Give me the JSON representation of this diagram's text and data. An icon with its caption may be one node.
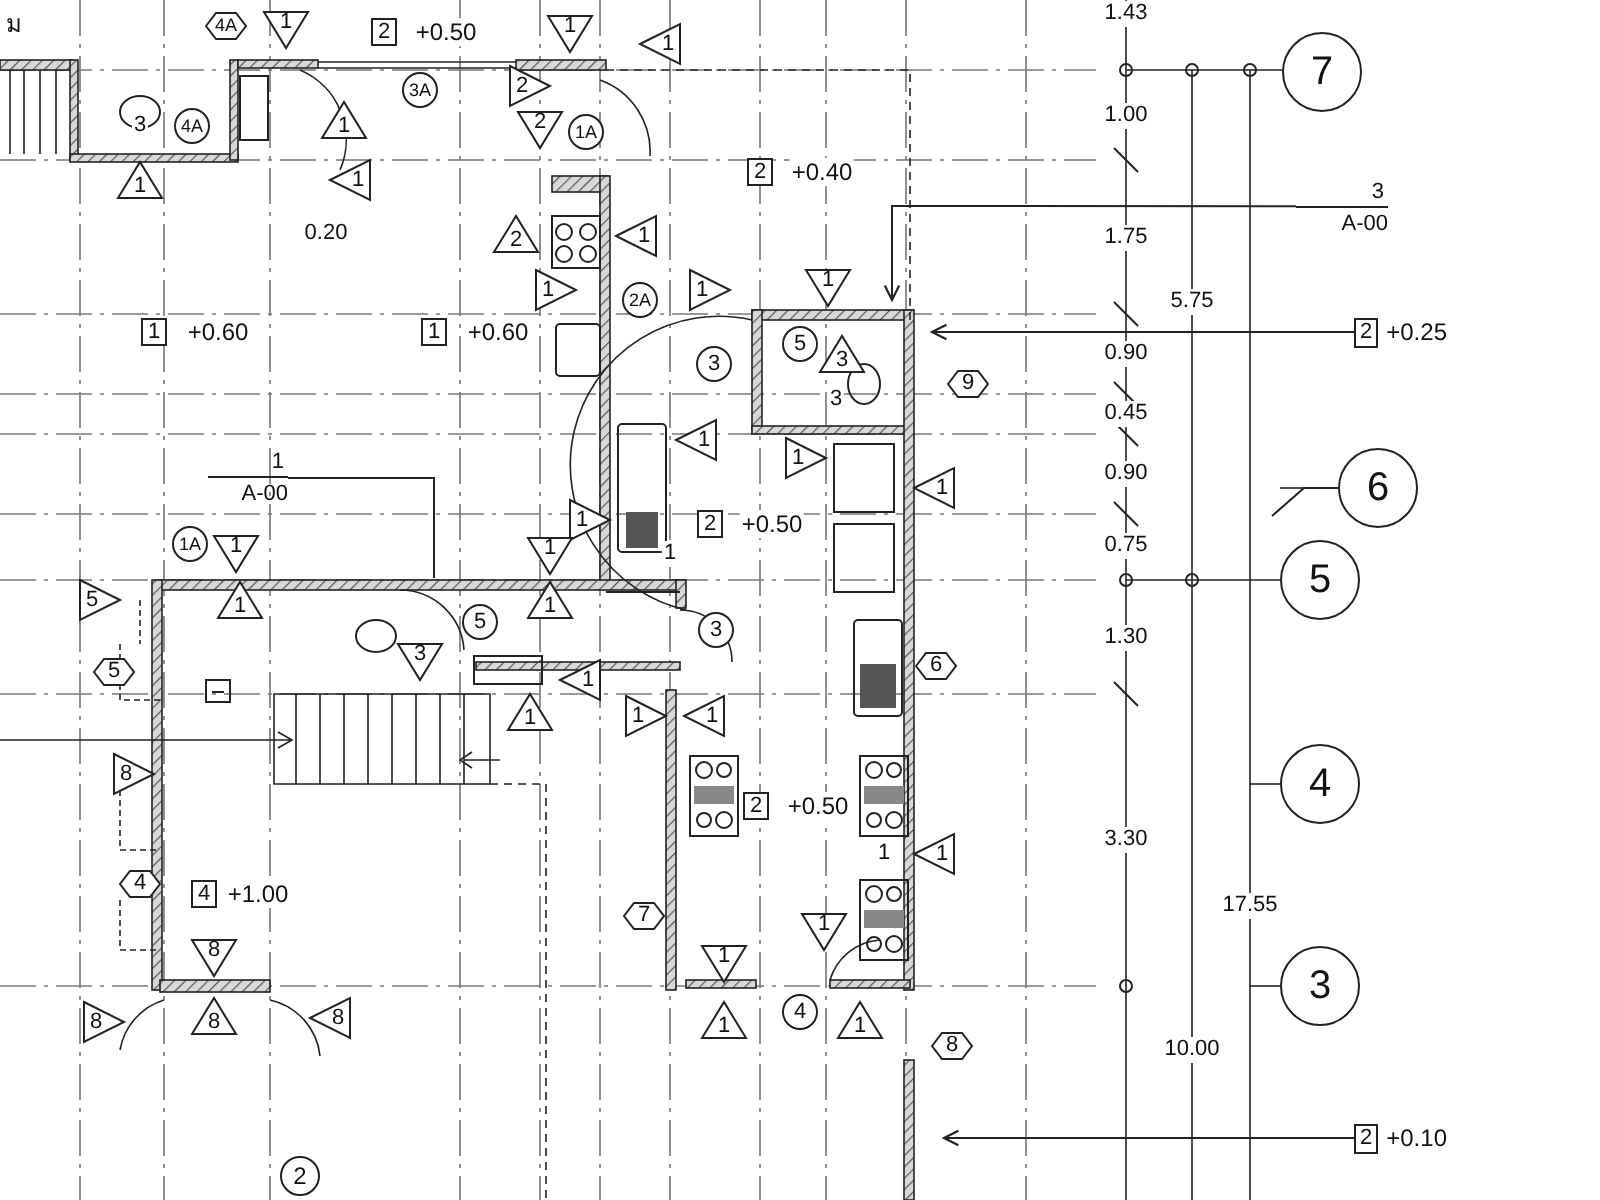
{
  "diagram": {
    "nodes": [
      {
        "text": [
          "3",
          "A-00"
        ]
      },
      {
        "text": [
          "2",
          "+0.25"
        ]
      },
      {
        "text": [
          "7"
        ]
      },
      {
        "text": [
          "6"
        ]
      },
      {
        "text": [
          "5"
        ]
      },
      {
        "text": [
          "1",
          "A-00"
        ]
      },
      {
        "text": [
          "4"
        ]
      },
      {
        "text": [
          "3"
        ]
      },
      {
        "text": [
          "2",
          "+0.10"
        ]
      },
      {
        "text": [
          "2"
        ]
      }
    ],
    "edges": [
      {
        "from": 0,
        "to": null,
        "arrow": "to"
      },
      {
        "from": 1,
        "to": null,
        "arrow": "to"
      },
      {
        "from": 3,
        "to": null,
        "arrow": "none"
      },
      {
        "from": 5,
        "to": null,
        "arrow": "none"
      },
      {
        "from": 8,
        "to": null,
        "arrow": "to"
      }
    ],
    "labels": [
      "ม",
      "4A",
      "1",
      "2",
      "+0.50",
      "1",
      "1",
      "3A",
      "2",
      "3",
      "4A",
      "1",
      "2",
      "1A",
      "1",
      "1",
      "2",
      "+0.40",
      "0.20",
      "2",
      "1",
      "1",
      "1",
      "2A",
      "1",
      "1",
      "+0.60",
      "1",
      "+0.60",
      "3",
      "5",
      "3",
      "9",
      "3",
      "1",
      "1",
      "1",
      "1",
      "2",
      "+0.50",
      "1A",
      "1",
      "1",
      "1",
      "5",
      "1",
      "1",
      "5",
      "3",
      "3",
      "5",
      "6",
      "1",
      "1",
      "1",
      "1",
      "8",
      "2",
      "+0.50",
      "1",
      "1",
      "4",
      "4",
      "+1.00",
      "7",
      "1",
      "8",
      "1",
      "8",
      "8",
      "8",
      "1",
      "4",
      "1",
      "8",
      "1.43",
      "1.00",
      "1.75",
      "5.75",
      "0.90",
      "0.45",
      "0.90",
      "0.75",
      "1.30",
      "3.30",
      "17.55",
      "10.00"
    ]
  }
}
